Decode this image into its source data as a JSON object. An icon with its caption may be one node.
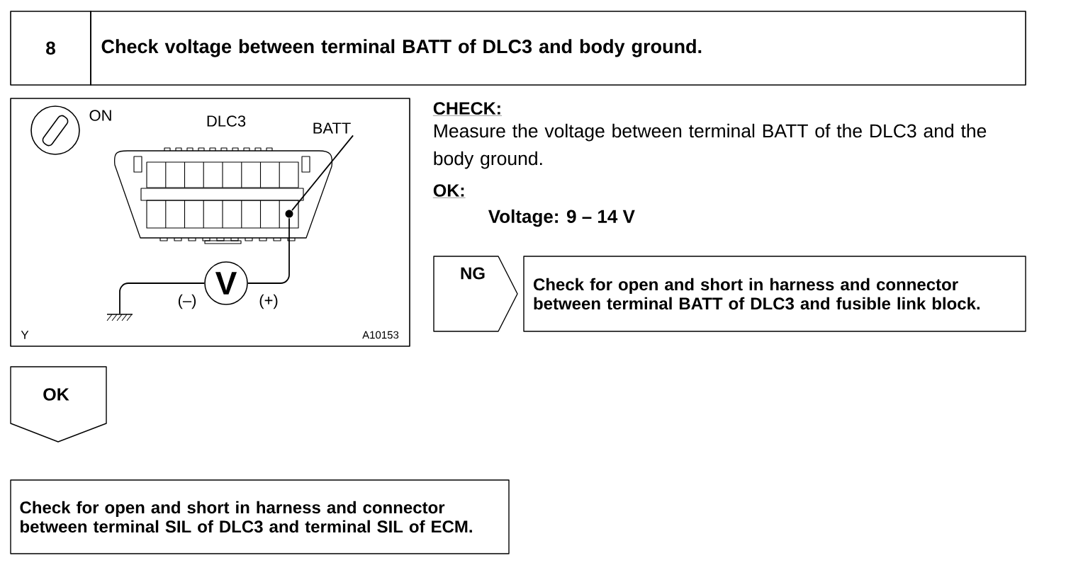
{
  "diagram": {
    "nodes": [
      {
        "text": [
          "8"
        ]
      },
      {
        "text": [
          "Check voltage between terminal BATT of DLC3 and body ground."
        ]
      },
      {
        "text": [
          "V"
        ]
      },
      {
        "text": [],
        "shape": "circle"
      },
      {
        "text": [],
        "shape": "ground"
      },
      {
        "text": [
          "BATT"
        ]
      },
      {
        "text": [
          "NG"
        ]
      },
      {
        "text": [
          "Check for open and short in harness and connector between terminal BATT of DLC3 and fusible link block."
        ]
      },
      {
        "text": [
          "OK"
        ]
      },
      {
        "text": [
          "Check for open and short in harness and connector between terminal SIL of DLC3 and terminal SIL of ECM."
        ]
      }
    ],
    "edges": [
      {
        "from": 5,
        "to": 3,
        "arrow": "none"
      },
      {
        "from": 2,
        "to": 3,
        "arrow": "none"
      },
      {
        "from": 2,
        "to": 4,
        "arrow": "none"
      }
    ],
    "labels": [
      "ON",
      "DLC3",
      "(–)",
      "(+)",
      "Y",
      "A10153",
      "CHECK:",
      "Measure the voltage between terminal BATT of the DLC3 and the body ground.",
      "OK:",
      "Voltage: 9 – 14 V"
    ]
  }
}
